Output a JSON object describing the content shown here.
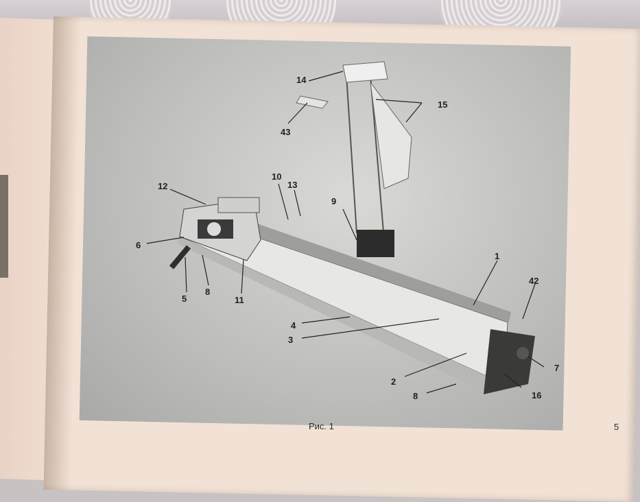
{
  "figure": {
    "caption": "Рис. 1",
    "page_number": "5",
    "callouts": [
      "1",
      "2",
      "3",
      "4",
      "5",
      "6",
      "7",
      "8",
      "8",
      "9",
      "10",
      "11",
      "12",
      "13",
      "14",
      "15",
      "16",
      "42",
      "43"
    ]
  }
}
